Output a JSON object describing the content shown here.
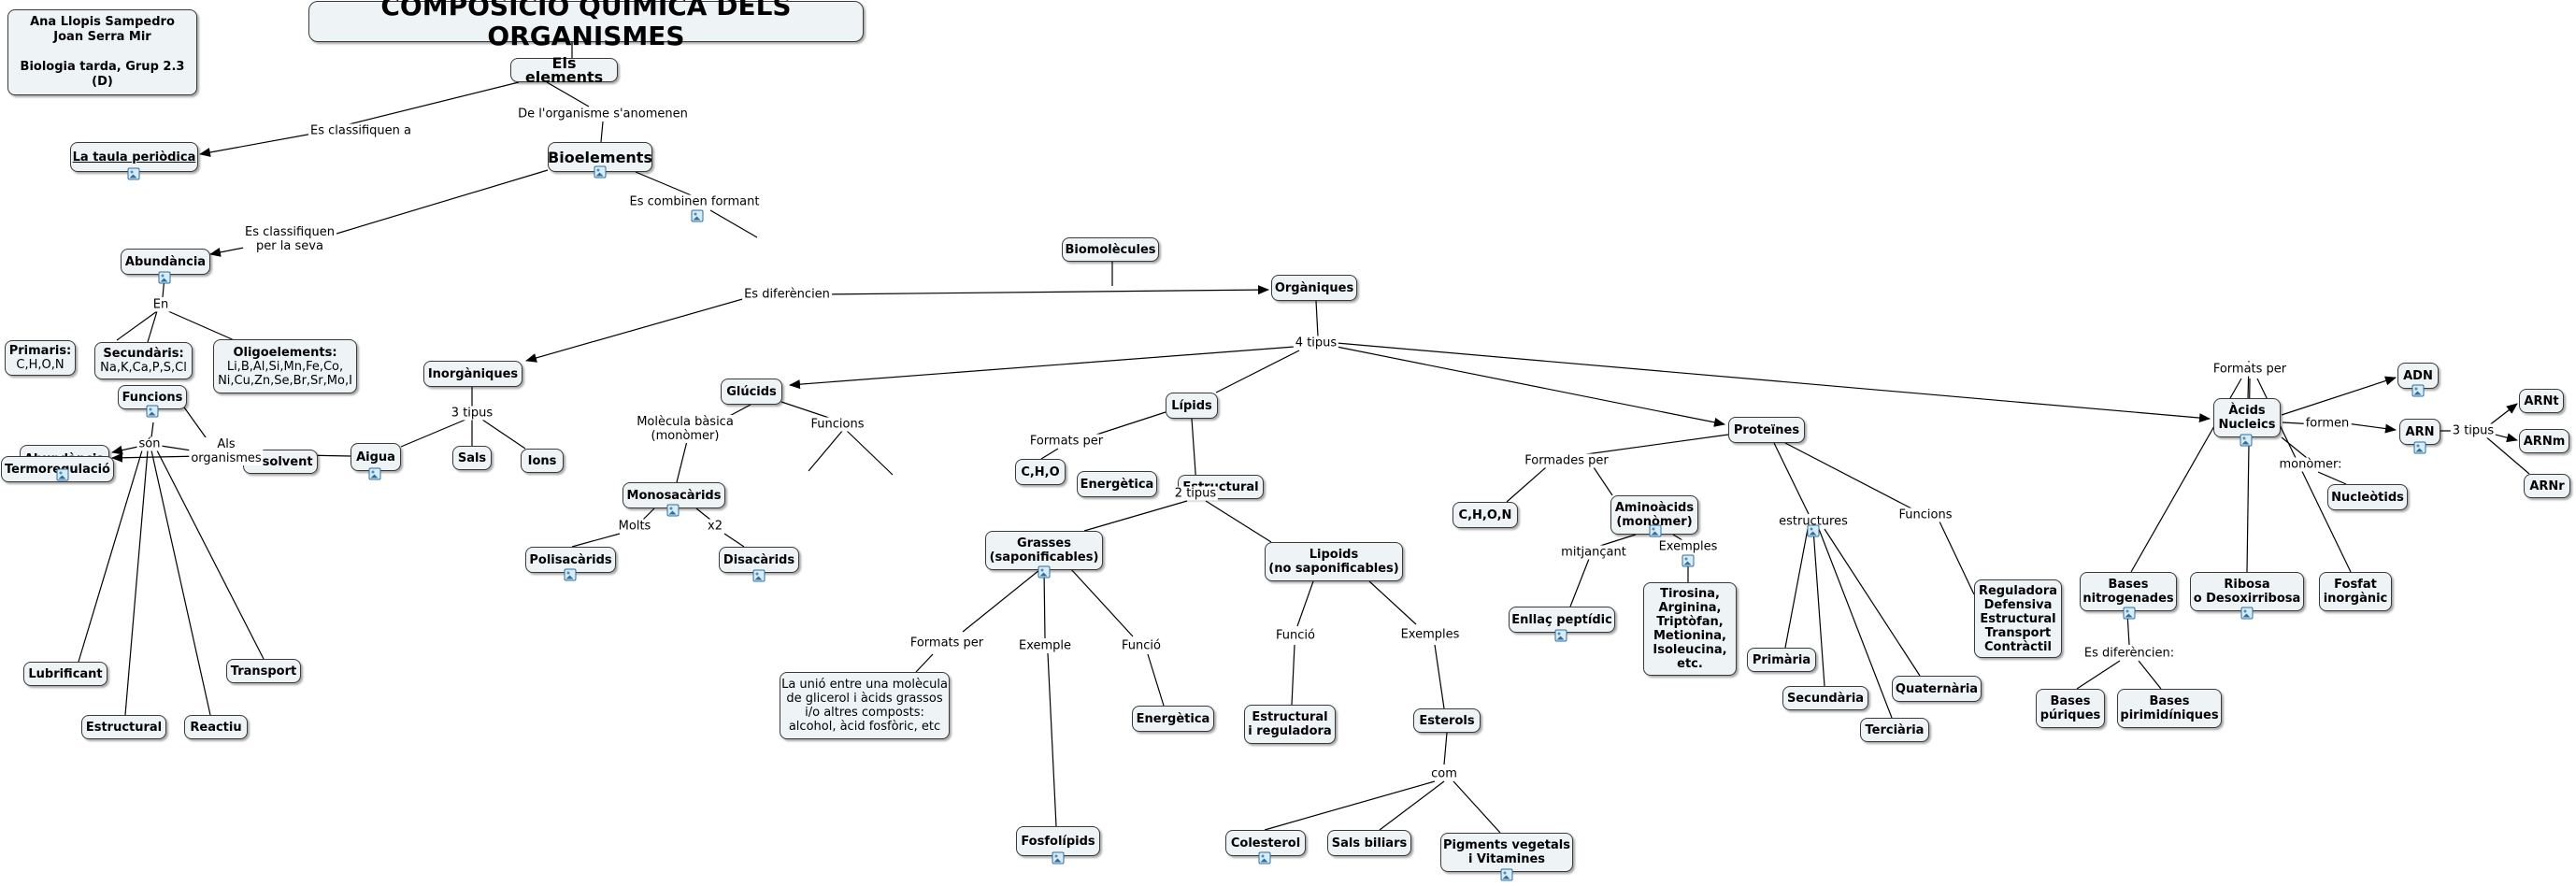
{
  "title": "COMPOSICIÓ QUÍMICA DELS ORGANISMES",
  "authors": "Ana Llopis Sampedro\nJoan Serra Mir\n\nBiologia tarda, Grup 2.3 (D)",
  "nodes": {
    "els_elements": "Els elements",
    "taula": "La taula periòdica",
    "bioelements": "Bioelements",
    "abundancia": "Abundància",
    "primaris_t": "Primaris:",
    "primaris_v": "C,H,O,N",
    "secundaris_t": "Secundàris:",
    "secundaris_v": "Na,K,Ca,P,S,Cl",
    "oligo_t": "Oligoelements:",
    "oligo_v": "Li,B,Al,Si,Mn,Fe,Co,\nNi,Cu,Zn,Se,Br,Sr,Mo,I",
    "biomolecules": "Biomolècules",
    "organiques": "Orgàniques",
    "inorganiques": "Inorgàniques",
    "aigua": "Aigua",
    "sals": "Sals",
    "ions": "Ions",
    "abundancia2": "Abundància",
    "funcions": "Funcions",
    "termoregulacio": "Termoregulació",
    "dissolvent": "Disolvent",
    "lubrificant": "Lubrificant",
    "transport": "Transport",
    "estructural": "Estructural",
    "reactiu": "Reactiu",
    "glucids": "Glúcids",
    "monosacarids": "Monosacàrids",
    "energetica": "Energètica",
    "estructural2": "Estructural",
    "polisacarids": "Polisacàrids",
    "disacarids": "Disacàrids",
    "lipids": "Lípids",
    "cho": "C,H,O",
    "grasses": "Grasses\n(saponificables)",
    "lipoids": "Lipoids\n(no saponificables)",
    "unio": "La unió entre una molècula\nde glicerol i àcids grassos\ni/o altres composts:\nalcohol, àcid fosfòric, etc",
    "energetica2": "Energètica",
    "fosfolipids": "Fosfolípids",
    "estructural_reg": "Estructural\ni reguladora",
    "esterols": "Esterols",
    "colesterol": "Colesterol",
    "sals_biliars": "Sals biliars",
    "pigments": "Pigments vegetals\ni Vitamines",
    "proteines": "Proteïnes",
    "chon": "C,H,O,N",
    "aminoacids": "Aminoàcids\n(monòmer)",
    "enllac": "Enllaç peptídic",
    "tirosina": "Tirosina,\nArginina,\nTriptòfan,\nMetionina,\nIsoleucina,\netc.",
    "primaria": "Primària",
    "secundaria": "Secundària",
    "terciaria": "Terciària",
    "quaternaria": "Quaternària",
    "reguladora": "Reguladora\nDefensiva\nEstructural\nTransport\nContràctil",
    "acids": "Àcids\nNucleics",
    "adn": "ADN",
    "arn": "ARN",
    "arnt": "ARNt",
    "arnm": "ARNm",
    "arnr": "ARNr",
    "nucleotids": "Nucleòtids",
    "bases_n": "Bases\nnitrogenades",
    "ribosa": "Ribosa\no Desoxirribosa",
    "fosfat": "Fosfat\ninorgànic",
    "bases_p": "Bases\npúriques",
    "bases_pi": "Bases\npirimidíniques"
  },
  "links": {
    "es_classifiquen_a": "Es classifiquen a",
    "de_organisme": "De l'organisme s'anomenen",
    "es_classifiquen_per": "Es classifiquen\nper la seva",
    "es_combinen": "Es combinen formant",
    "en": "En",
    "es_diferencien": "Es diferèncien",
    "tres_tipus": "3 tipus",
    "als_organismes": "Als\norganismes",
    "son": "són",
    "molecula_basica": "Molècula bàsica\n(monòmer)",
    "funcions_g": "Funcions",
    "molts": "Molts",
    "x2": "x2",
    "quatre_tipus": "4 tipus",
    "formats_per_l": "Formats per",
    "dos_tipus": "2 tipus",
    "formats_per_g": "Formats per",
    "exemple": "Exemple",
    "funcio_g": "Funció",
    "funcio_l": "Funció",
    "exemples_l": "Exemples",
    "com": "com",
    "formades_per": "Formades per",
    "mitjancant": "mitjançant",
    "exemples_a": "Exemples",
    "estructures": "estructures",
    "funcions_p": "Funcions",
    "formen": "formen",
    "tres_tipus_arn": "3 tipus",
    "monomer": "monòmer:",
    "formats_per_a": "Formats per",
    "es_diferencien_b": "Es diferèncien:"
  }
}
